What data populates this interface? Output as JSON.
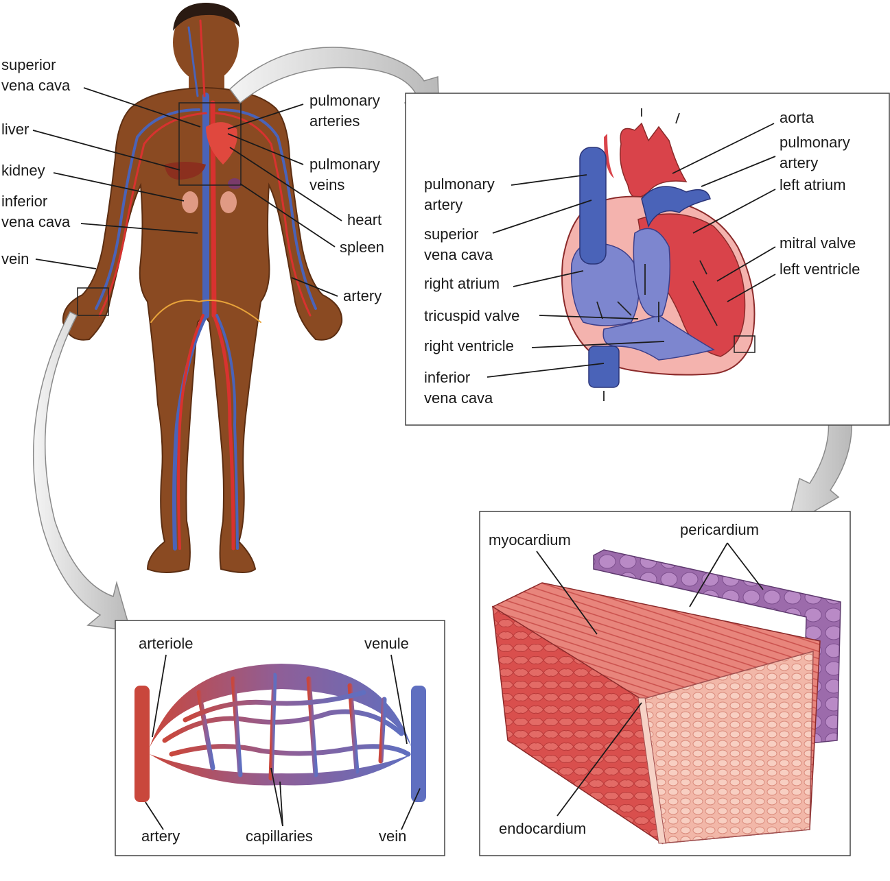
{
  "body_labels": {
    "superior_vena_cava": [
      "superior",
      "vena cava"
    ],
    "liver": [
      "liver"
    ],
    "kidney": [
      "kidney"
    ],
    "inferior_vena_cava": [
      "inferior",
      "vena cava"
    ],
    "vein": [
      "vein"
    ],
    "pulmonary_arteries": [
      "pulmonary",
      "arteries"
    ],
    "pulmonary_veins": [
      "pulmonary",
      "veins"
    ],
    "heart": [
      "heart"
    ],
    "spleen": [
      "spleen"
    ],
    "artery": [
      "artery"
    ]
  },
  "heart_labels": {
    "pulmonary_artery_left": [
      "pulmonary",
      "artery"
    ],
    "superior_vena_cava": [
      "superior",
      "vena cava"
    ],
    "right_atrium": [
      "right atrium"
    ],
    "tricuspid_valve": [
      "tricuspid valve"
    ],
    "right_ventricle": [
      "right ventricle"
    ],
    "inferior_vena_cava": [
      "inferior",
      "vena cava"
    ],
    "aorta": [
      "aorta"
    ],
    "pulmonary_artery_right": [
      "pulmonary",
      "artery"
    ],
    "left_atrium": [
      "left atrium"
    ],
    "mitral_valve": [
      "mitral valve"
    ],
    "left_ventricle": [
      "left ventricle"
    ]
  },
  "capillary_labels": {
    "arteriole": [
      "arteriole"
    ],
    "venule": [
      "venule"
    ],
    "artery": [
      "artery"
    ],
    "capillaries": [
      "capillaries"
    ],
    "vein": [
      "vein"
    ]
  },
  "wall_labels": {
    "myocardium": [
      "myocardium"
    ],
    "pericardium": [
      "pericardium"
    ],
    "endocardium": [
      "endocardium"
    ]
  },
  "colors": {
    "skin": "#8a4a22",
    "artery_red": "#d8322f",
    "vein_blue": "#4a63b8",
    "heart_red": "#d9434a",
    "heart_blue": "#7d86cf",
    "myocardium": "#e06b63",
    "pericardium": "#a879b8"
  }
}
